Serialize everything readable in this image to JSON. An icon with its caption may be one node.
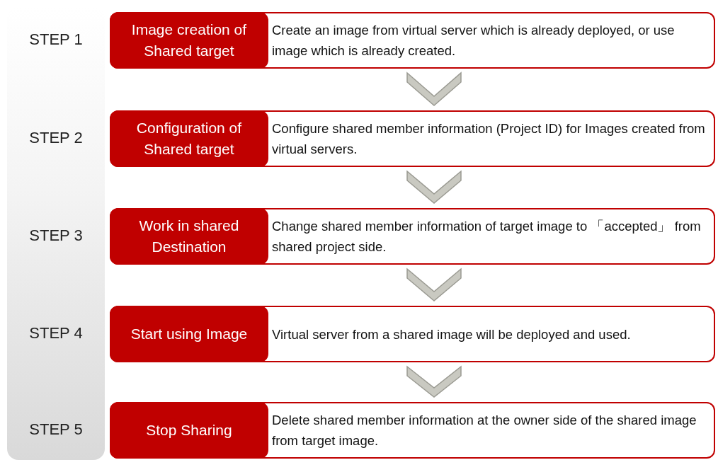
{
  "diagram": {
    "nodes": [
      {
        "text": [
          "Create an image from virtual server which is already deployed, or use image which is already created."
        ]
      },
      {
        "text": [
          "Image creation of Shared target"
        ],
        "in": 0
      },
      {
        "text": [
          "Configure shared member information (Project ID) for Images created from virtual servers."
        ]
      },
      {
        "text": [
          "Configuration of Shared target"
        ],
        "in": 2
      },
      {
        "text": [
          "Change shared member information of target image to 「accepted」 from shared project side."
        ]
      },
      {
        "text": [
          "Work in shared Destination"
        ],
        "in": 4
      },
      {
        "text": [
          "Virtual server from a shared image will be deployed and used."
        ]
      },
      {
        "text": [
          "Start using Image"
        ],
        "in": 6
      },
      {
        "text": [
          "Delete shared member information at the owner side of the shared image from target image."
        ]
      },
      {
        "text": [
          "Stop Sharing"
        ],
        "in": 8
      }
    ],
    "edges": [
      {
        "from": 0,
        "to": 2,
        "arrow": "to"
      },
      {
        "from": 2,
        "to": 4,
        "arrow": "to"
      },
      {
        "from": 4,
        "to": 6,
        "arrow": "to"
      },
      {
        "from": 6,
        "to": 8,
        "arrow": "to"
      }
    ],
    "labels": [
      "STEP 1",
      "STEP 2",
      "STEP 3",
      "STEP 4",
      "STEP 5"
    ]
  }
}
